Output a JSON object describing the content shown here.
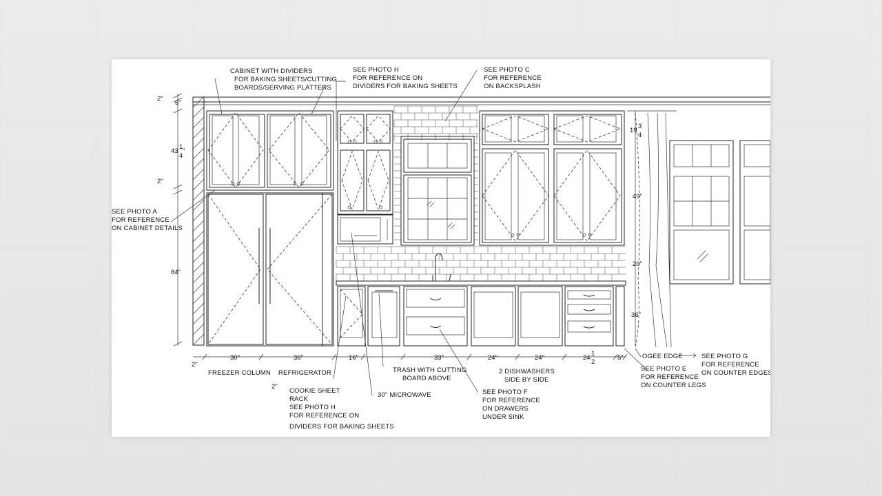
{
  "labels": {
    "cabinet_dividers": [
      "CABINET WITH DIVIDERS",
      "FOR BAKING SHEETS/CUTTING",
      "BOARDS/SERVING PLATTERS"
    ],
    "photo_h_top": [
      "SEE PHOTO H",
      "FOR REFERENCE ON",
      "DIVIDERS FOR BAKING SHEETS"
    ],
    "photo_c": [
      "SEE PHOTO C",
      "FOR REFERENCE",
      "ON BACKSPLASH"
    ],
    "photo_a": [
      "SEE PHOTO A",
      "FOR REFERENCE",
      "ON CABINET DETAILS"
    ],
    "freezer": "FREEZER COLUMN",
    "refrigerator": "REFRIGERATOR",
    "cookie_sheet": [
      "COOKIE SHEET",
      "RACK",
      "SEE PHOTO H",
      "FOR REFERENCE ON",
      "DIVIDERS FOR BAKING SHEETS"
    ],
    "microwave": "30\" MICROWAVE",
    "trash": [
      "TRASH WITH CUTTING",
      "BOARD ABOVE"
    ],
    "dishwashers": [
      "2 DISHWASHERS",
      "SIDE BY SIDE"
    ],
    "photo_f": [
      "SEE PHOTO F",
      "FOR REFERENCE",
      "ON DRAWERS",
      "UNDER SINK"
    ],
    "ogee": "OGEE EDGE",
    "photo_e": [
      "SEE PHOTO E",
      "FOR REFERENCE",
      "ON COUNTER LEGS"
    ],
    "photo_g": [
      "SEE PHOTO G",
      "FOR REFERENCE",
      "ON COUNTER EDGES"
    ]
  },
  "dims": {
    "top_2": "2\"",
    "top_6": "6\"",
    "h_43": "43",
    "h_43_frac_n": "1",
    "h_43_frac_d": "4",
    "h_43_unit": "\"",
    "mid_2": "2\"",
    "h_84": "84\"",
    "r_19": "19",
    "r_19_frac_n": "3",
    "r_19_frac_d": "4",
    "r_49": "49\"",
    "r_20": "20\"",
    "r_36": "36\"",
    "w_2": "2\"",
    "w_30": "30\"",
    "w_36": "36\"",
    "w_16": "16\"",
    "w_33": "33\"",
    "w_24a": "24\"",
    "w_24b": "24\"",
    "w_24c": "24",
    "w_24c_frac_n": "1",
    "w_24c_frac_d": "2",
    "w_5": "5\"",
    "w_2b": "2\""
  }
}
